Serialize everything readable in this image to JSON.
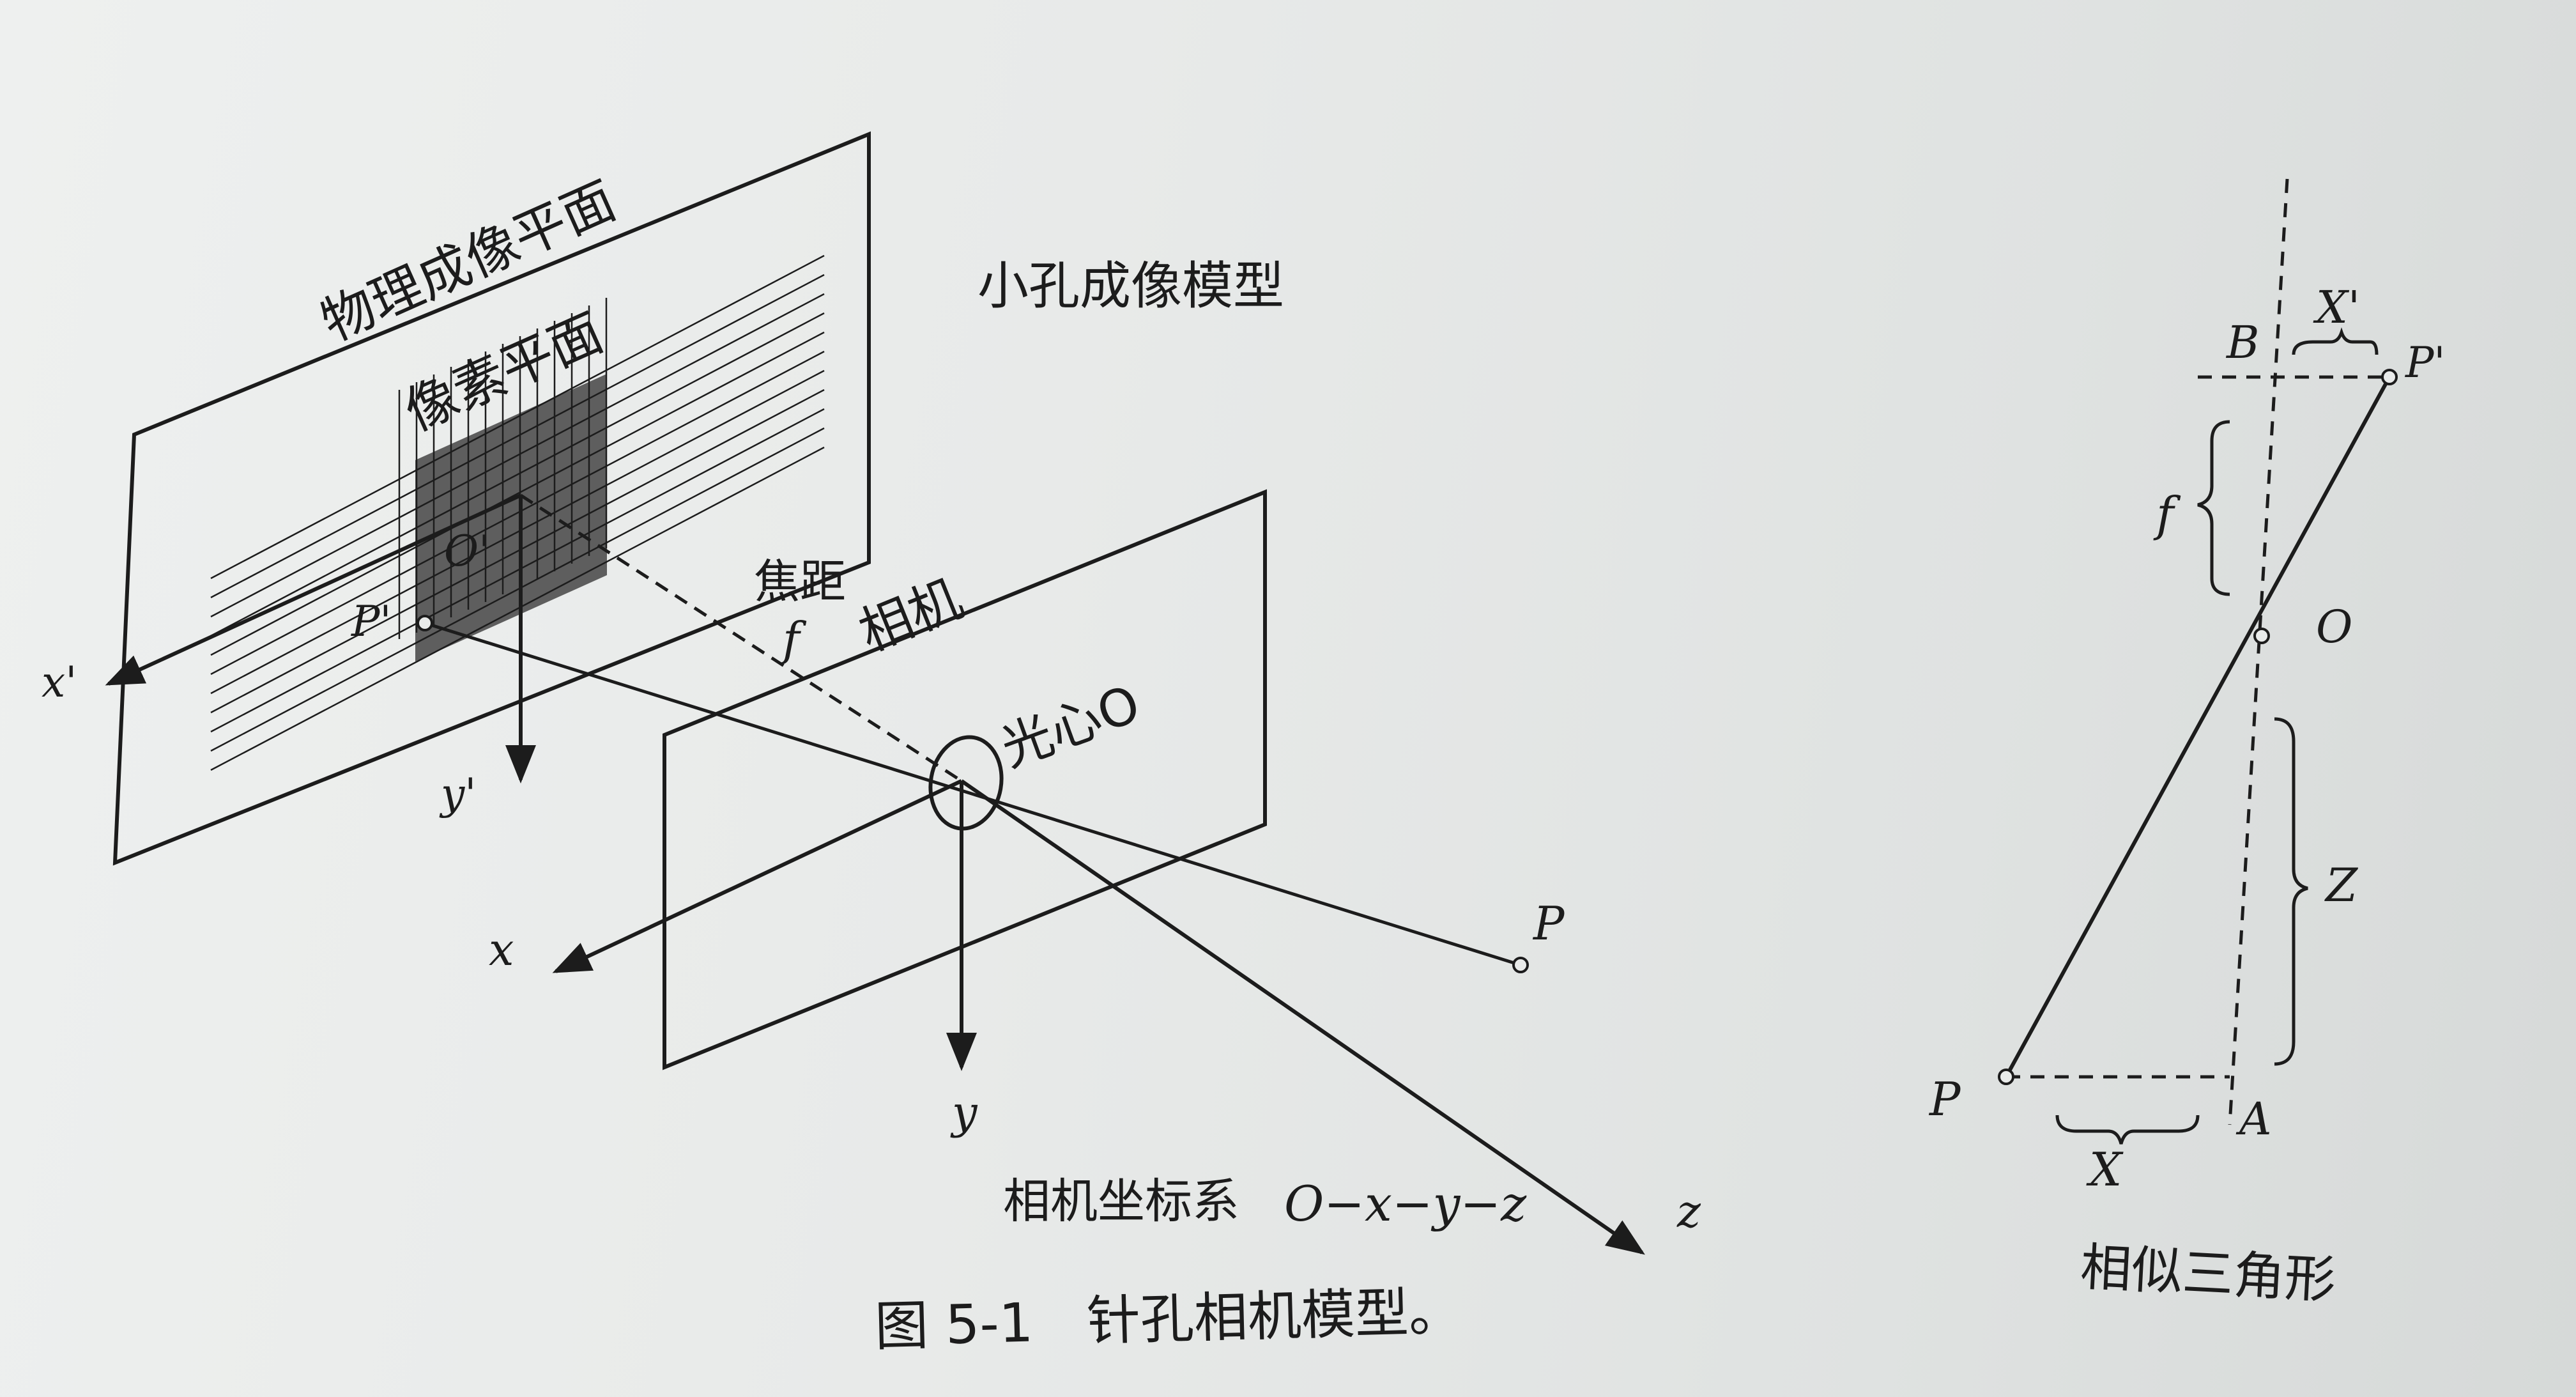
{
  "labels": {
    "physical_plane": "物理成像平面",
    "pixel_plane": "像素平面",
    "pinhole_model": "小孔成像模型",
    "focal_length": "焦距",
    "camera": "相机",
    "optical_center": "光心O",
    "camera_coord_sys": "相机坐标系",
    "coord_expr": "O−x−y−z",
    "similar_triangles": "相似三角形",
    "caption": "图 5-1　针孔相机模型。"
  },
  "symbols": {
    "O_prime": "O'",
    "P_prime": "P'",
    "f": "f",
    "x_prime": "x'",
    "y_prime": "y'",
    "x": "x",
    "y": "y",
    "z": "z",
    "P": "P",
    "B": "B",
    "X_prime": "X'",
    "P_prime_right": "P'",
    "f_right": "f",
    "O_right": "O",
    "Z": "Z",
    "P_right": "P",
    "A": "A",
    "X": "X"
  },
  "colors": {
    "ink": "#1c1c1c",
    "paper": "#e9ebea",
    "pixel_fill": "#5e5e5e"
  }
}
